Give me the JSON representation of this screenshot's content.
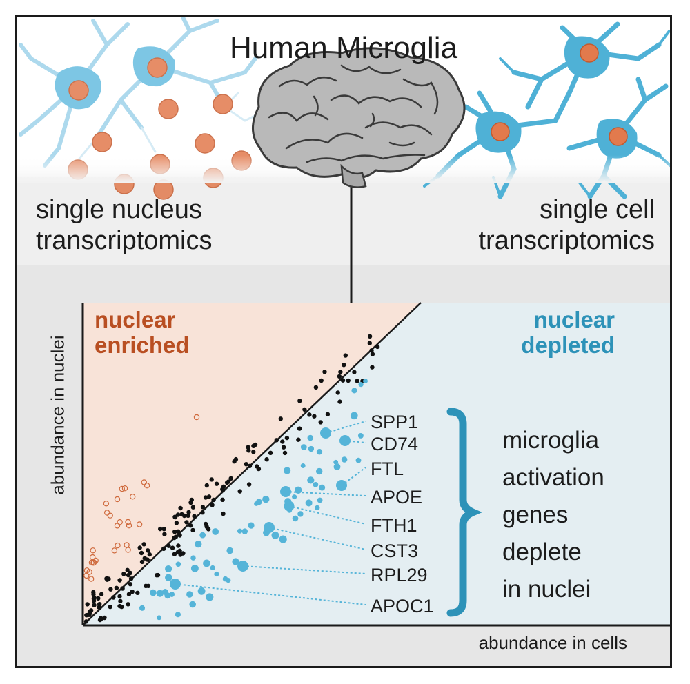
{
  "title": "Human Microglia",
  "methods": {
    "left_line1": "single nucleus",
    "left_line2": "transcriptomics",
    "right_line1": "single cell",
    "right_line2": "transcriptomics"
  },
  "regions": {
    "enriched_line1": "nuclear",
    "enriched_line2": "enriched",
    "depleted_line1": "nuclear",
    "depleted_line2": "depleted"
  },
  "genes": [
    "SPP1",
    "CD74",
    "FTL",
    "APOE",
    "FTH1",
    "CST3",
    "RPL29",
    "APOC1"
  ],
  "conclusion": [
    "microglia",
    "activation",
    "genes",
    "deplete",
    "in nuclei"
  ],
  "axes": {
    "x_label": "abundance in cells",
    "y_label": "abundance in nuclei"
  },
  "colors": {
    "nuclear_enriched": "#cf6a3d",
    "nuclear_depleted": "#55b4d8",
    "enriched_bg": "#f8e3d8",
    "depleted_bg": "#e4eef2",
    "cell_body": "#4fb1d6",
    "nucleus": "#e27a4d",
    "brain": "#b9b9b9"
  },
  "icons": [
    "brain-icon",
    "microglia-cell-icon",
    "nucleus-icon",
    "brace-icon"
  ]
}
